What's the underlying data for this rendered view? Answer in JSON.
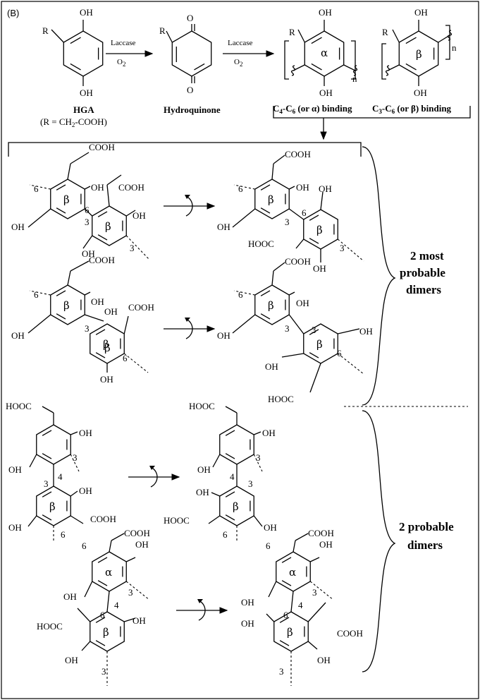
{
  "panel_label": "(B)",
  "scheme": {
    "substituent": "R",
    "hydroxyl": "OH",
    "oxo": "O",
    "repeat_n": "n",
    "carboxyl": "COOH",
    "carboxyl_left": "HOOC",
    "ring_alpha": "α",
    "ring_beta": "β",
    "enzyme": "Laccase",
    "oxidant": "O",
    "oxidant_sub": "2",
    "hga_name": "HGA",
    "hga_r_prefix": "(R = CH",
    "hga_r_sub": "2",
    "hga_r_suffix": "-COOH)",
    "product_name": "Hydroquinone",
    "alpha_c1": "C",
    "alpha_c1_sub": "4",
    "alpha_mid": "-C",
    "alpha_c2_sub": "6",
    "alpha_tail": " (or α) binding",
    "beta_c1": "C",
    "beta_c1_sub": "3",
    "beta_mid": "-C",
    "beta_c2_sub": "6",
    "beta_tail": " (or β) binding",
    "pos_3": "3",
    "pos_4": "4",
    "pos_6": "6"
  },
  "groups": {
    "most_probable": "2 most\nprobable\ndimers",
    "most_probable_lines": [
      "2 most",
      "probable",
      "dimers"
    ],
    "probable_lines": [
      "2 probable",
      "dimers"
    ]
  }
}
